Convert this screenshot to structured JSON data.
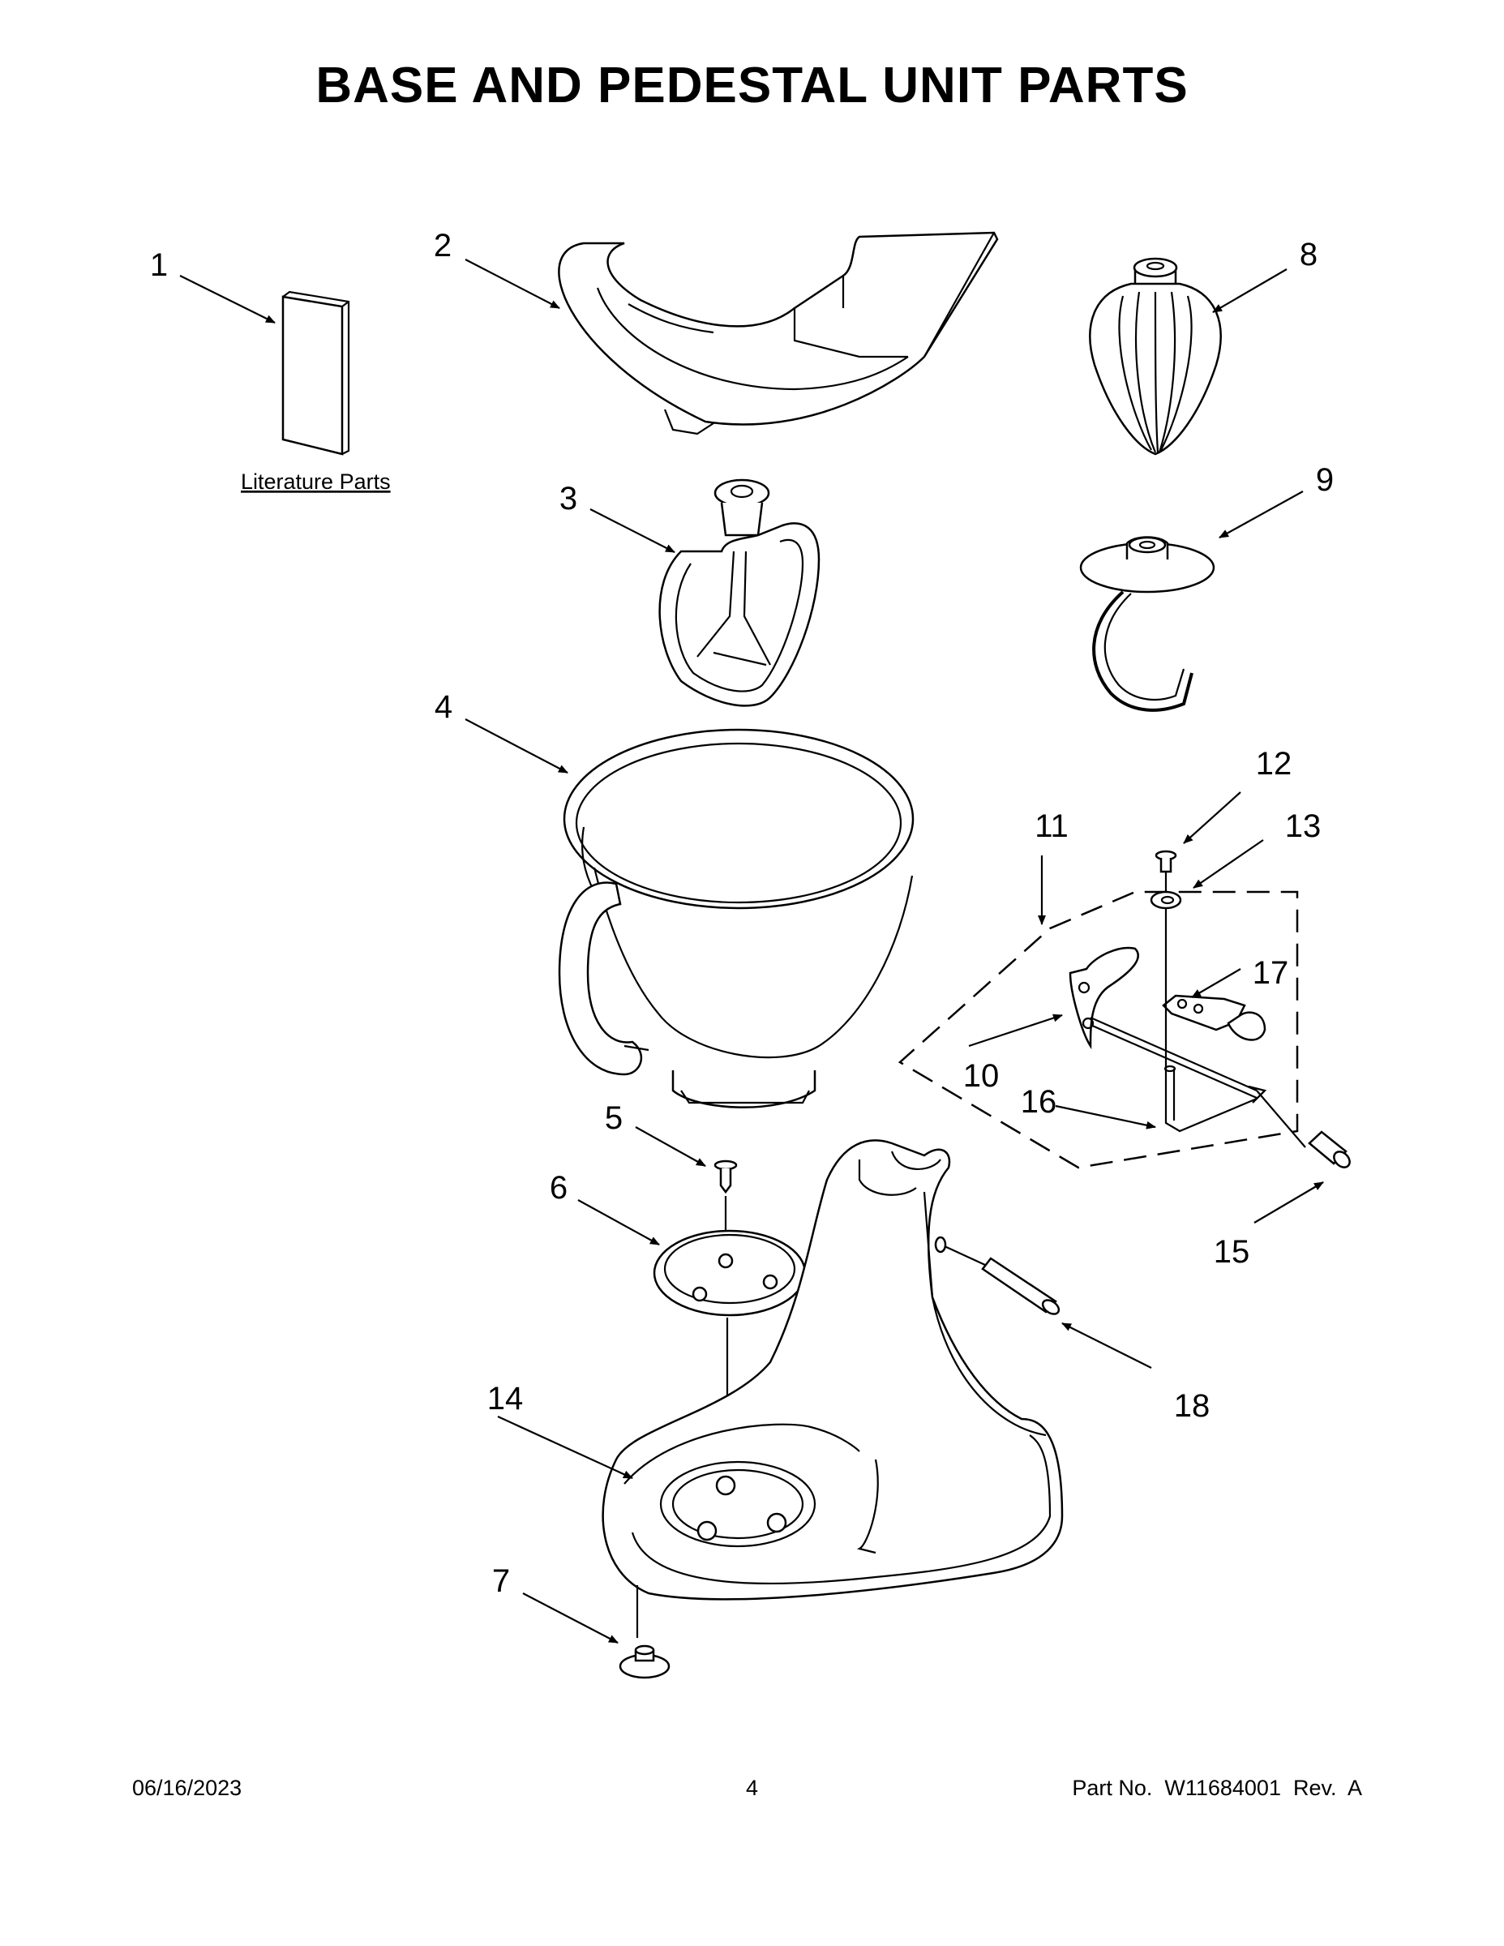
{
  "page": {
    "title": "BASE AND PEDESTAL UNIT PARTS",
    "footer": {
      "date": "06/16/2023",
      "page_number": "4",
      "part_no": "Part No.  W11684001  Rev.  A"
    }
  },
  "literature_label": "Literature Parts",
  "callouts": [
    "1",
    "2",
    "3",
    "4",
    "5",
    "6",
    "7",
    "8",
    "9",
    "10",
    "11",
    "12",
    "13",
    "14",
    "15",
    "16",
    "17",
    "18"
  ]
}
